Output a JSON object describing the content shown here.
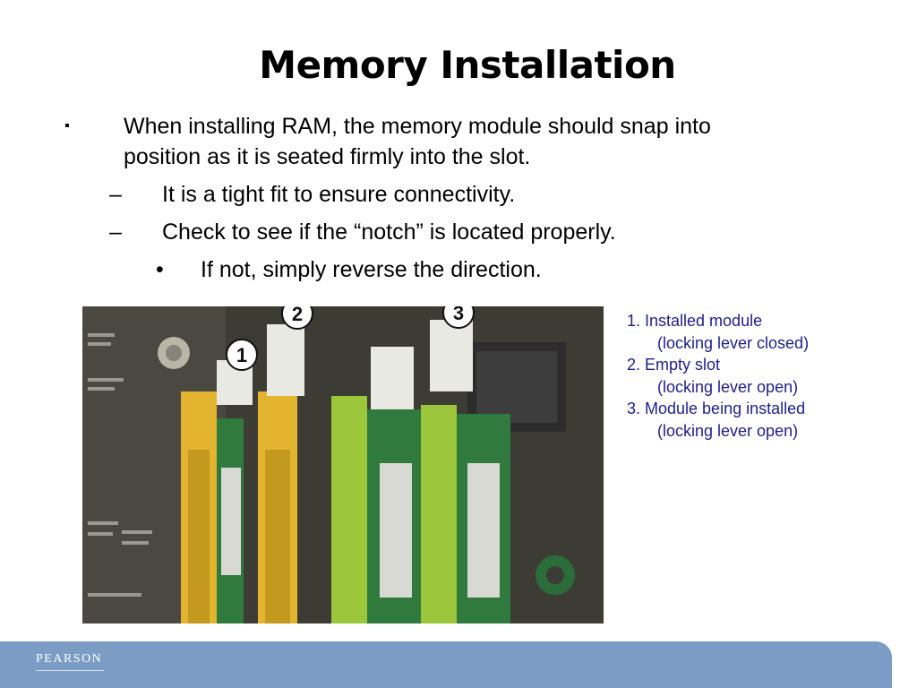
{
  "slide": {
    "title": "Memory Installation",
    "bullets": [
      {
        "marker": "▪",
        "lines": [
          "When installing RAM, the memory module should snap into",
          "position as it is seated firmly into the slot."
        ]
      },
      {
        "marker": "–",
        "lines": [
          "It is a tight fit to ensure connectivity."
        ]
      },
      {
        "marker": "–",
        "lines": [
          "Check to see if the “notch” is located properly."
        ]
      },
      {
        "marker": "•",
        "lines": [
          "If not, simply reverse the direction."
        ]
      }
    ]
  },
  "photo": {
    "callouts": [
      "1",
      "2",
      "3"
    ],
    "legend": [
      "1. Installed module",
      "(locking lever closed)",
      "2. Empty slot",
      "(locking lever open)",
      "3. Module being installed",
      "(locking lever open)"
    ],
    "colors": {
      "board": "#3a3a33",
      "yellow_slot": "#e2b430",
      "green_slot": "#9cc63c",
      "module_pcb": "#2f7a3c",
      "legend_text": "#1e1e8a"
    }
  },
  "footer": {
    "logo": "PEARSON",
    "color": "#7b9cc4"
  }
}
